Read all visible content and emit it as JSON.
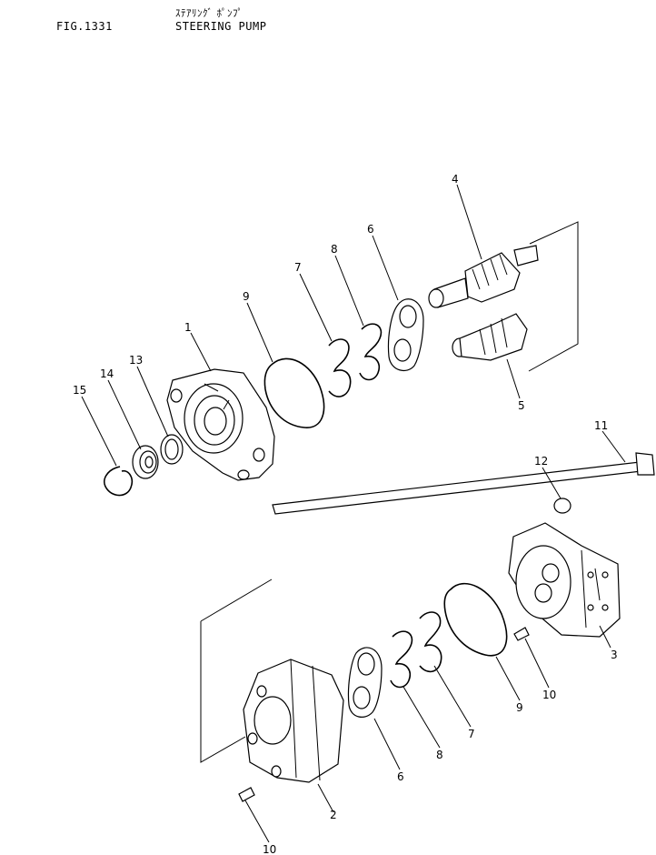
{
  "header": {
    "fig_label": "FIG.1331",
    "title_jp": "ｽﾃｱﾘﾝｸﾞ ﾎﾟﾝﾌﾟ",
    "title_en": "STEERING PUMP"
  },
  "callouts": [
    "1",
    "2",
    "3",
    "4",
    "5",
    "6",
    "7",
    "8",
    "9",
    "10",
    "11",
    "12",
    "13",
    "14",
    "15"
  ]
}
